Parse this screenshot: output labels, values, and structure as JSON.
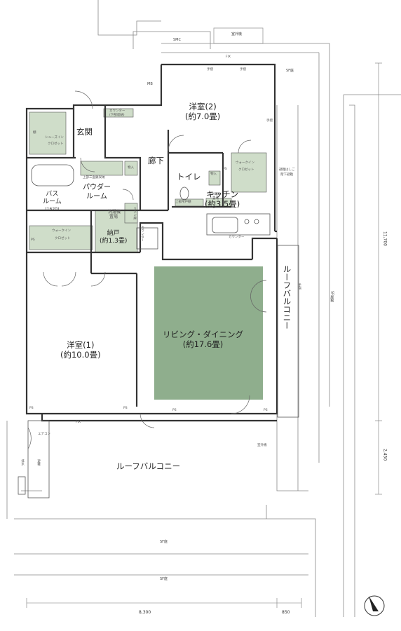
{
  "rooms": {
    "western2": {
      "name": "洋室(2)",
      "area": "(約7.0畳)"
    },
    "entrance": {
      "name": "玄関"
    },
    "hall": {
      "name": "廊下"
    },
    "toilet": {
      "name": "トイレ"
    },
    "powder": {
      "line1": "パウダー",
      "line2": "ルーム"
    },
    "bath": {
      "line1": "バス",
      "line2": "ルーム",
      "size": "(1620)"
    },
    "kitchen": {
      "name": "キッチン",
      "area": "(約3.5畳)"
    },
    "storage": {
      "name": "納戸",
      "area": "(約1.3畳)"
    },
    "western1": {
      "name": "洋室(1)",
      "area": "(約10.0畳)"
    },
    "living": {
      "name": "リビング・ダイニング",
      "area": "(約17.6畳)"
    },
    "roof_balcony_v": {
      "name": "ルーフバルコニー"
    },
    "roof_balcony_h": {
      "name": "ルーフバルコニー"
    }
  },
  "small_labels": {
    "smc": "SMC",
    "outdoor_unit": "室外機",
    "fix_top": "FIX",
    "sf_garden_top": "SF庭",
    "handrail1": "手摺",
    "handrail2": "手摺",
    "handrail3": "手摺",
    "mb": "MB",
    "counter_top": "カウンター",
    "counter_top2": "(下部収納)",
    "shoes1": "シューズイン",
    "shoes2": "クロゼット",
    "shoes_kan": "棚",
    "wic_top1": "ウォークイン",
    "wic_top2": "クロゼット",
    "wic_left1": "ウォークイン",
    "wic_left2": "クロゼット",
    "storage_pow": "物入",
    "storage_toilet": "物入",
    "ps_kitchen": "PS",
    "ps_left": "PS",
    "ps_bottom1": "PS",
    "ps_bottom2": "PS",
    "ps_bottom3": "PS",
    "ps_bottom4": "PS",
    "upper_cab": "上部三面鏡収納",
    "upper_toilet": "上部吊戸棚",
    "washer1": "洗濯機",
    "washer2": "置場",
    "linen": "リネン庫",
    "counter_mid": "カウンター",
    "fridge1": "冷蔵庫",
    "fridge2": "置場",
    "kitchen_counter": "カウンター",
    "corridor_alt1": "避難はしご",
    "corridor_alt2": "階下避難",
    "fix_bottom": "FIX",
    "fence": "手摺",
    "air_cond": "エアコン",
    "outdoor2": "室外機",
    "drain": "排水",
    "stair": "避難",
    "sf_garden_mid": "SF庭",
    "sf_garden_bot": "SF庭",
    "sf_roof": "SF屋根"
  },
  "dimensions": {
    "height_total": "11,700",
    "height_balcony": "2,450",
    "width_main": "8,300",
    "width_side": "850"
  },
  "colors": {
    "living_fill": "#8fae8d",
    "closet_fill": "#cfddc9",
    "wall": "#333333"
  }
}
